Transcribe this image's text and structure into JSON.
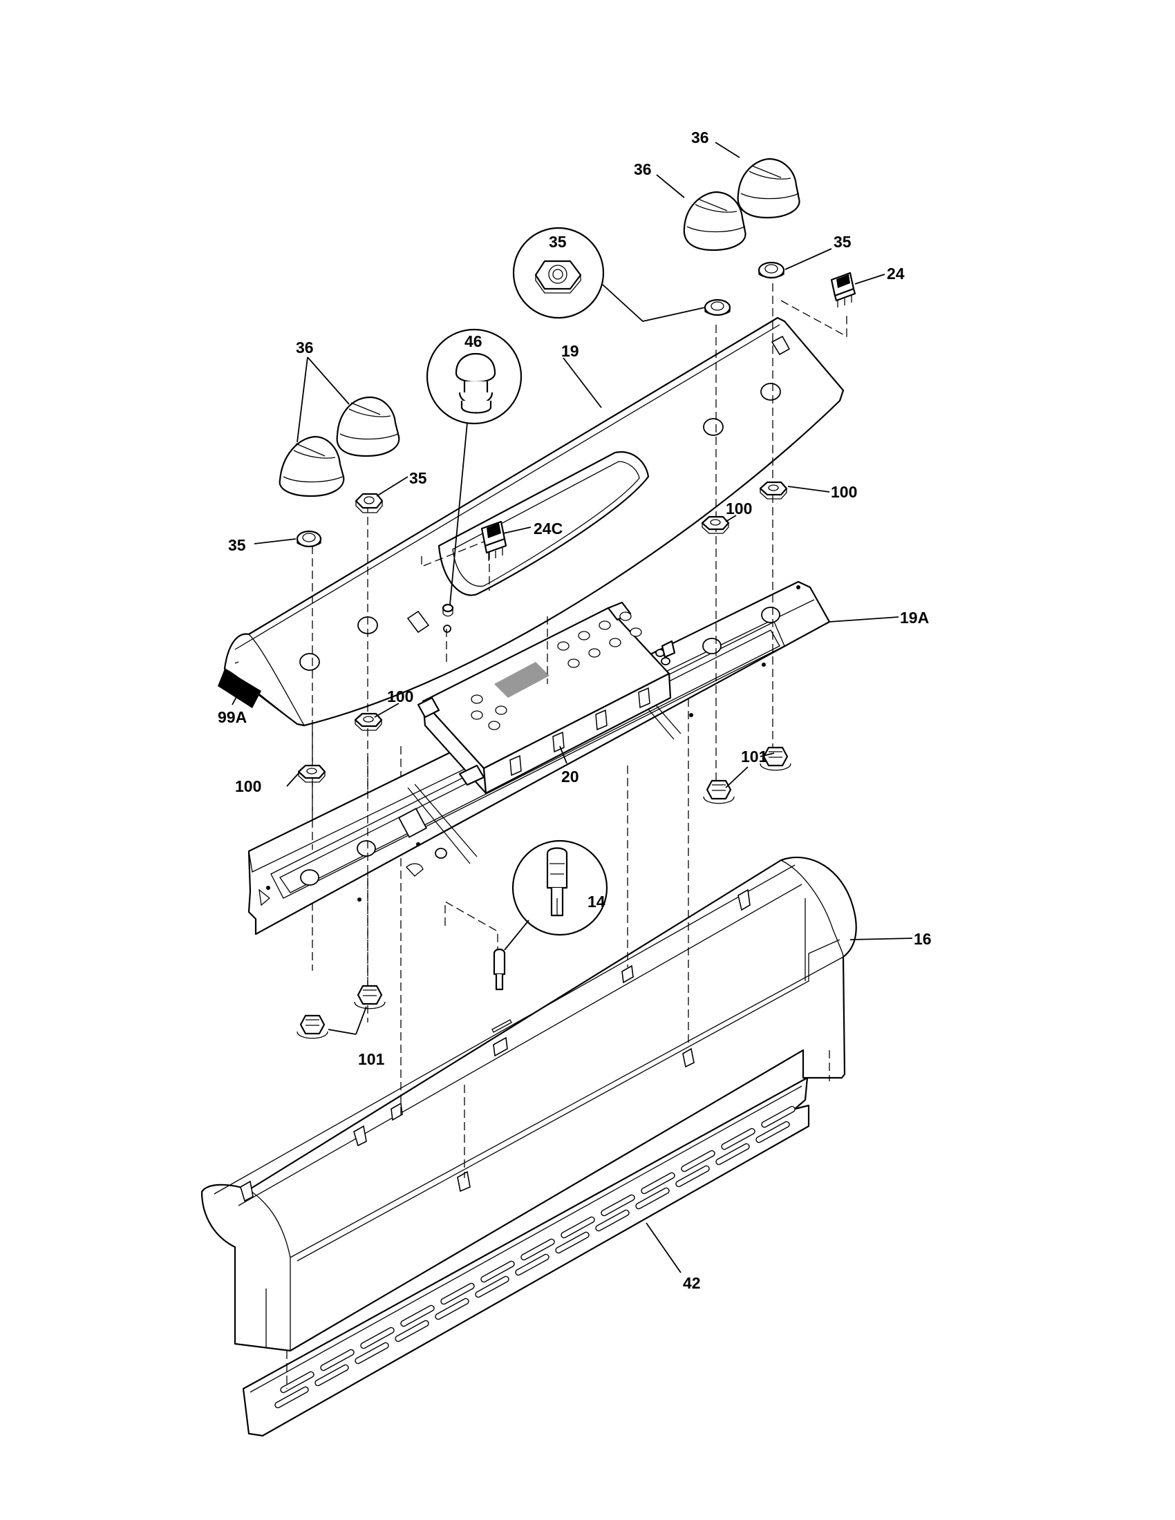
{
  "parts": [
    {
      "id": "p36a",
      "label": "36"
    },
    {
      "id": "p36b",
      "label": "36"
    },
    {
      "id": "p35a",
      "label": "35"
    },
    {
      "id": "p35b",
      "label": "35"
    },
    {
      "id": "p24",
      "label": "24"
    },
    {
      "id": "p46",
      "label": "46"
    },
    {
      "id": "p19",
      "label": "19"
    },
    {
      "id": "p36c",
      "label": "36"
    },
    {
      "id": "p35c",
      "label": "35"
    },
    {
      "id": "p35d",
      "label": "35"
    },
    {
      "id": "p24c",
      "label": "24C"
    },
    {
      "id": "p100a",
      "label": "100"
    },
    {
      "id": "p100b",
      "label": "100"
    },
    {
      "id": "p19a",
      "label": "19A"
    },
    {
      "id": "p99a",
      "label": "99A"
    },
    {
      "id": "p100c",
      "label": "100"
    },
    {
      "id": "p100d",
      "label": "100"
    },
    {
      "id": "p20",
      "label": "20"
    },
    {
      "id": "p101a",
      "label": "101"
    },
    {
      "id": "p14",
      "label": "14"
    },
    {
      "id": "p16",
      "label": "16"
    },
    {
      "id": "p101b",
      "label": "101"
    },
    {
      "id": "p42",
      "label": "42"
    }
  ]
}
